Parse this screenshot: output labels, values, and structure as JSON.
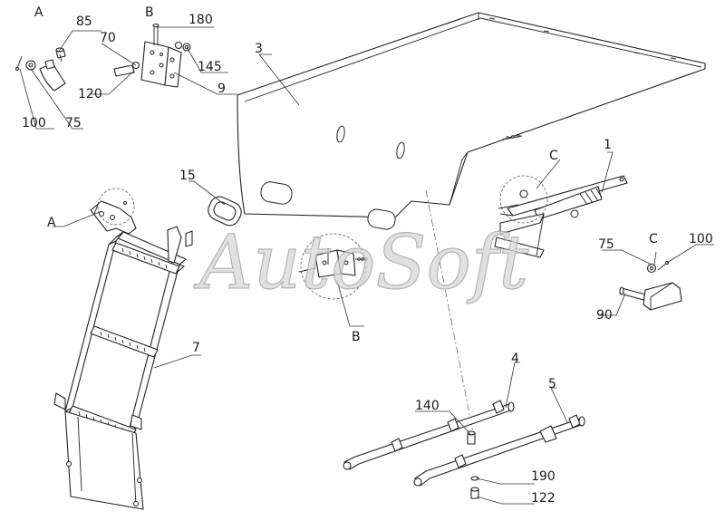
{
  "diagram": {
    "watermark": "AutoSoft",
    "labels": {
      "view_a_top": "A",
      "view_b_top": "B",
      "part_85": "85",
      "part_180": "180",
      "part_70": "70",
      "part_145": "145",
      "part_3": "3",
      "part_120": "120",
      "part_9": "9",
      "part_100_left": "100",
      "part_75_left": "75",
      "part_15": "15",
      "view_a_ladder": "A",
      "part_1": "1",
      "view_c_bracket": "C",
      "part_75_right": "75",
      "view_c_right": "C",
      "part_100_right": "100",
      "part_90": "90",
      "view_b_hinge": "B",
      "part_7": "7",
      "part_4": "4",
      "part_5": "5",
      "part_140": "140",
      "part_190": "190",
      "part_122": "122"
    }
  }
}
